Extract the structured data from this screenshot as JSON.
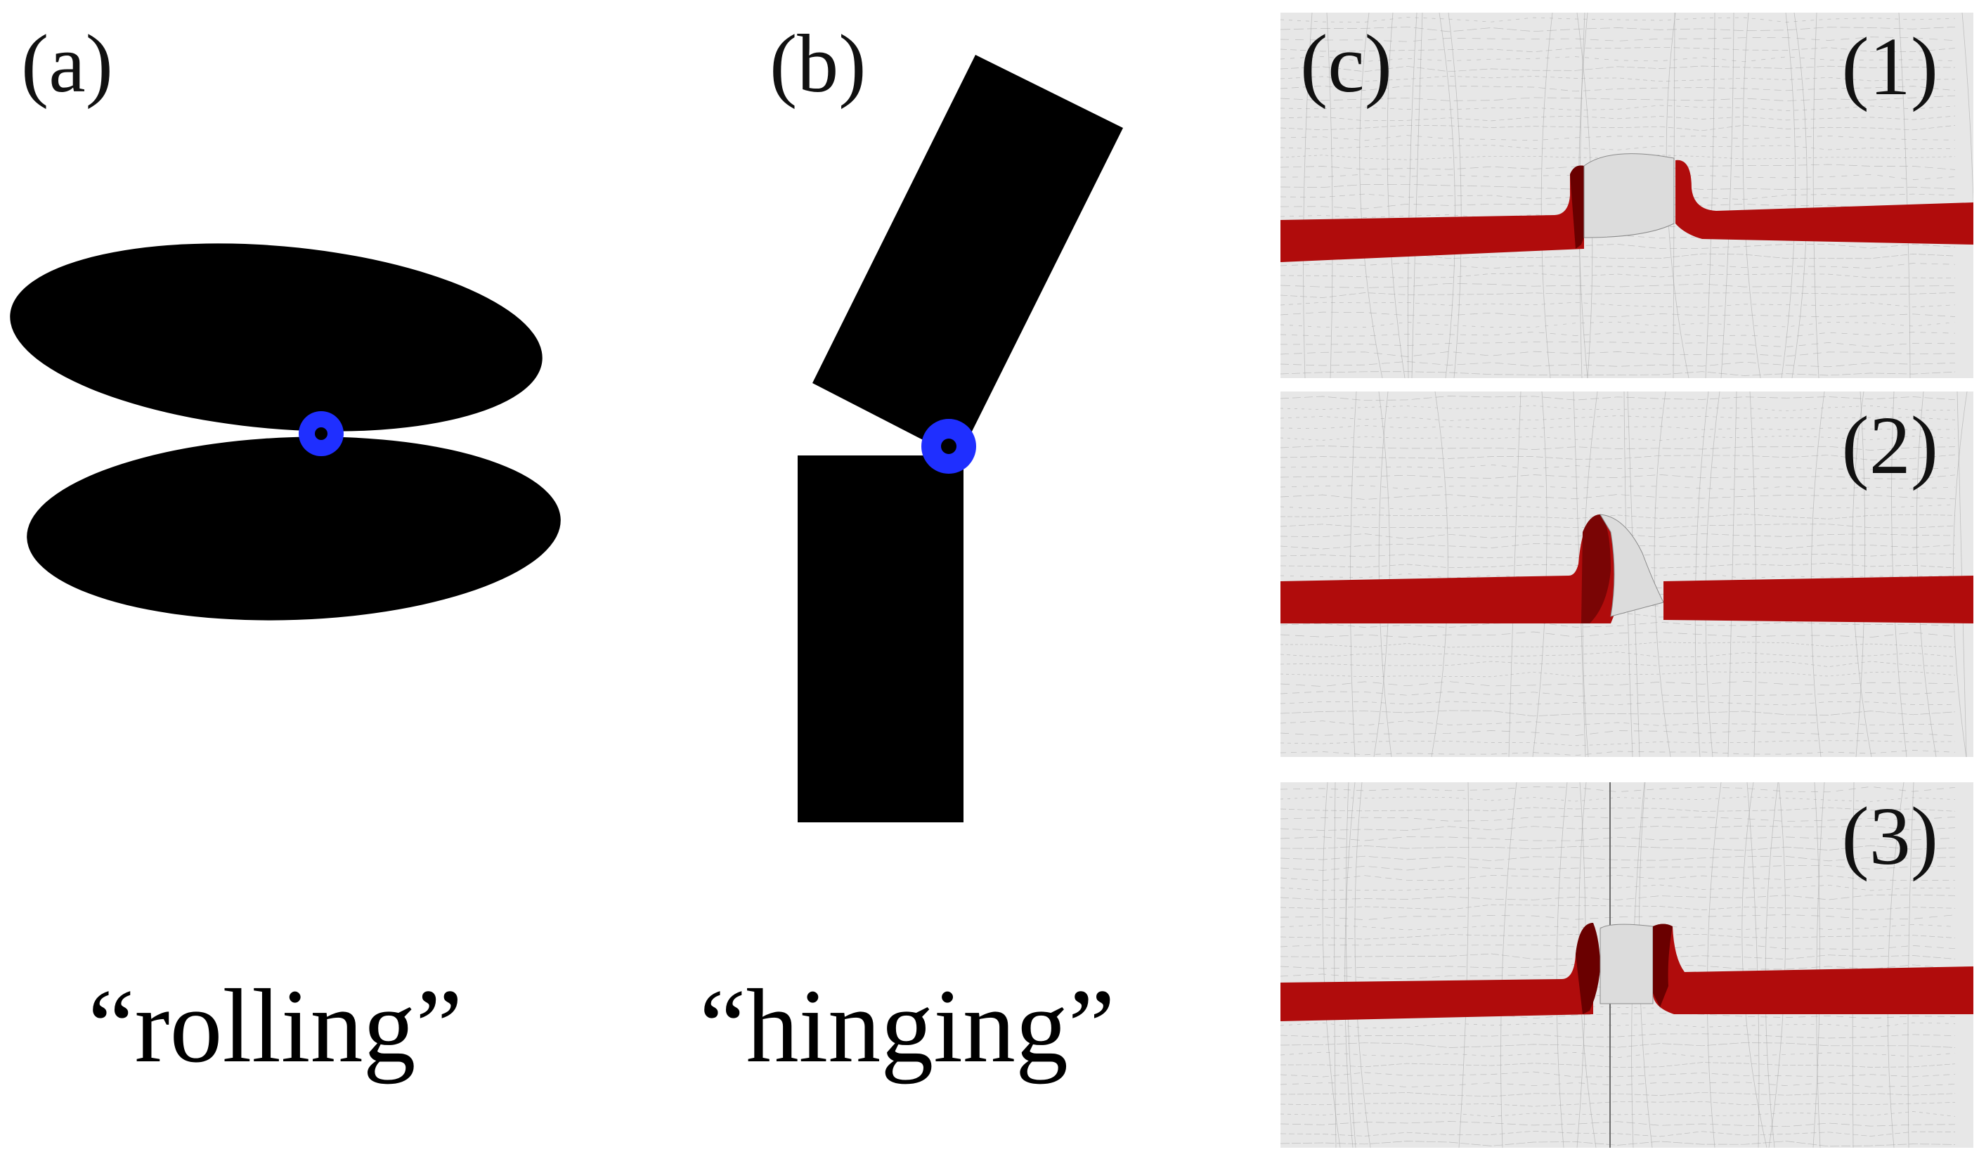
{
  "panels": {
    "a": {
      "letter": "(a)",
      "caption": "“rolling”"
    },
    "b": {
      "letter": "(b)",
      "caption": "“hinging”"
    },
    "c": {
      "letter": "(c)",
      "frames": [
        {
          "number": "(1)",
          "bump": "cavity"
        },
        {
          "number": "(2)",
          "bump": "dome"
        },
        {
          "number": "(3)",
          "bump": "cavity-split"
        }
      ]
    }
  },
  "colors": {
    "shape_fill": "#000000",
    "pivot_marker": "#1f2fff",
    "membrane_red": "#b00c0c",
    "membrane_dark": "#6a0000",
    "mesh_background": "#e7e7e7",
    "mesh_line": "#9a9a9a"
  },
  "icons": {
    "pivot": "pivot-ring-icon"
  }
}
